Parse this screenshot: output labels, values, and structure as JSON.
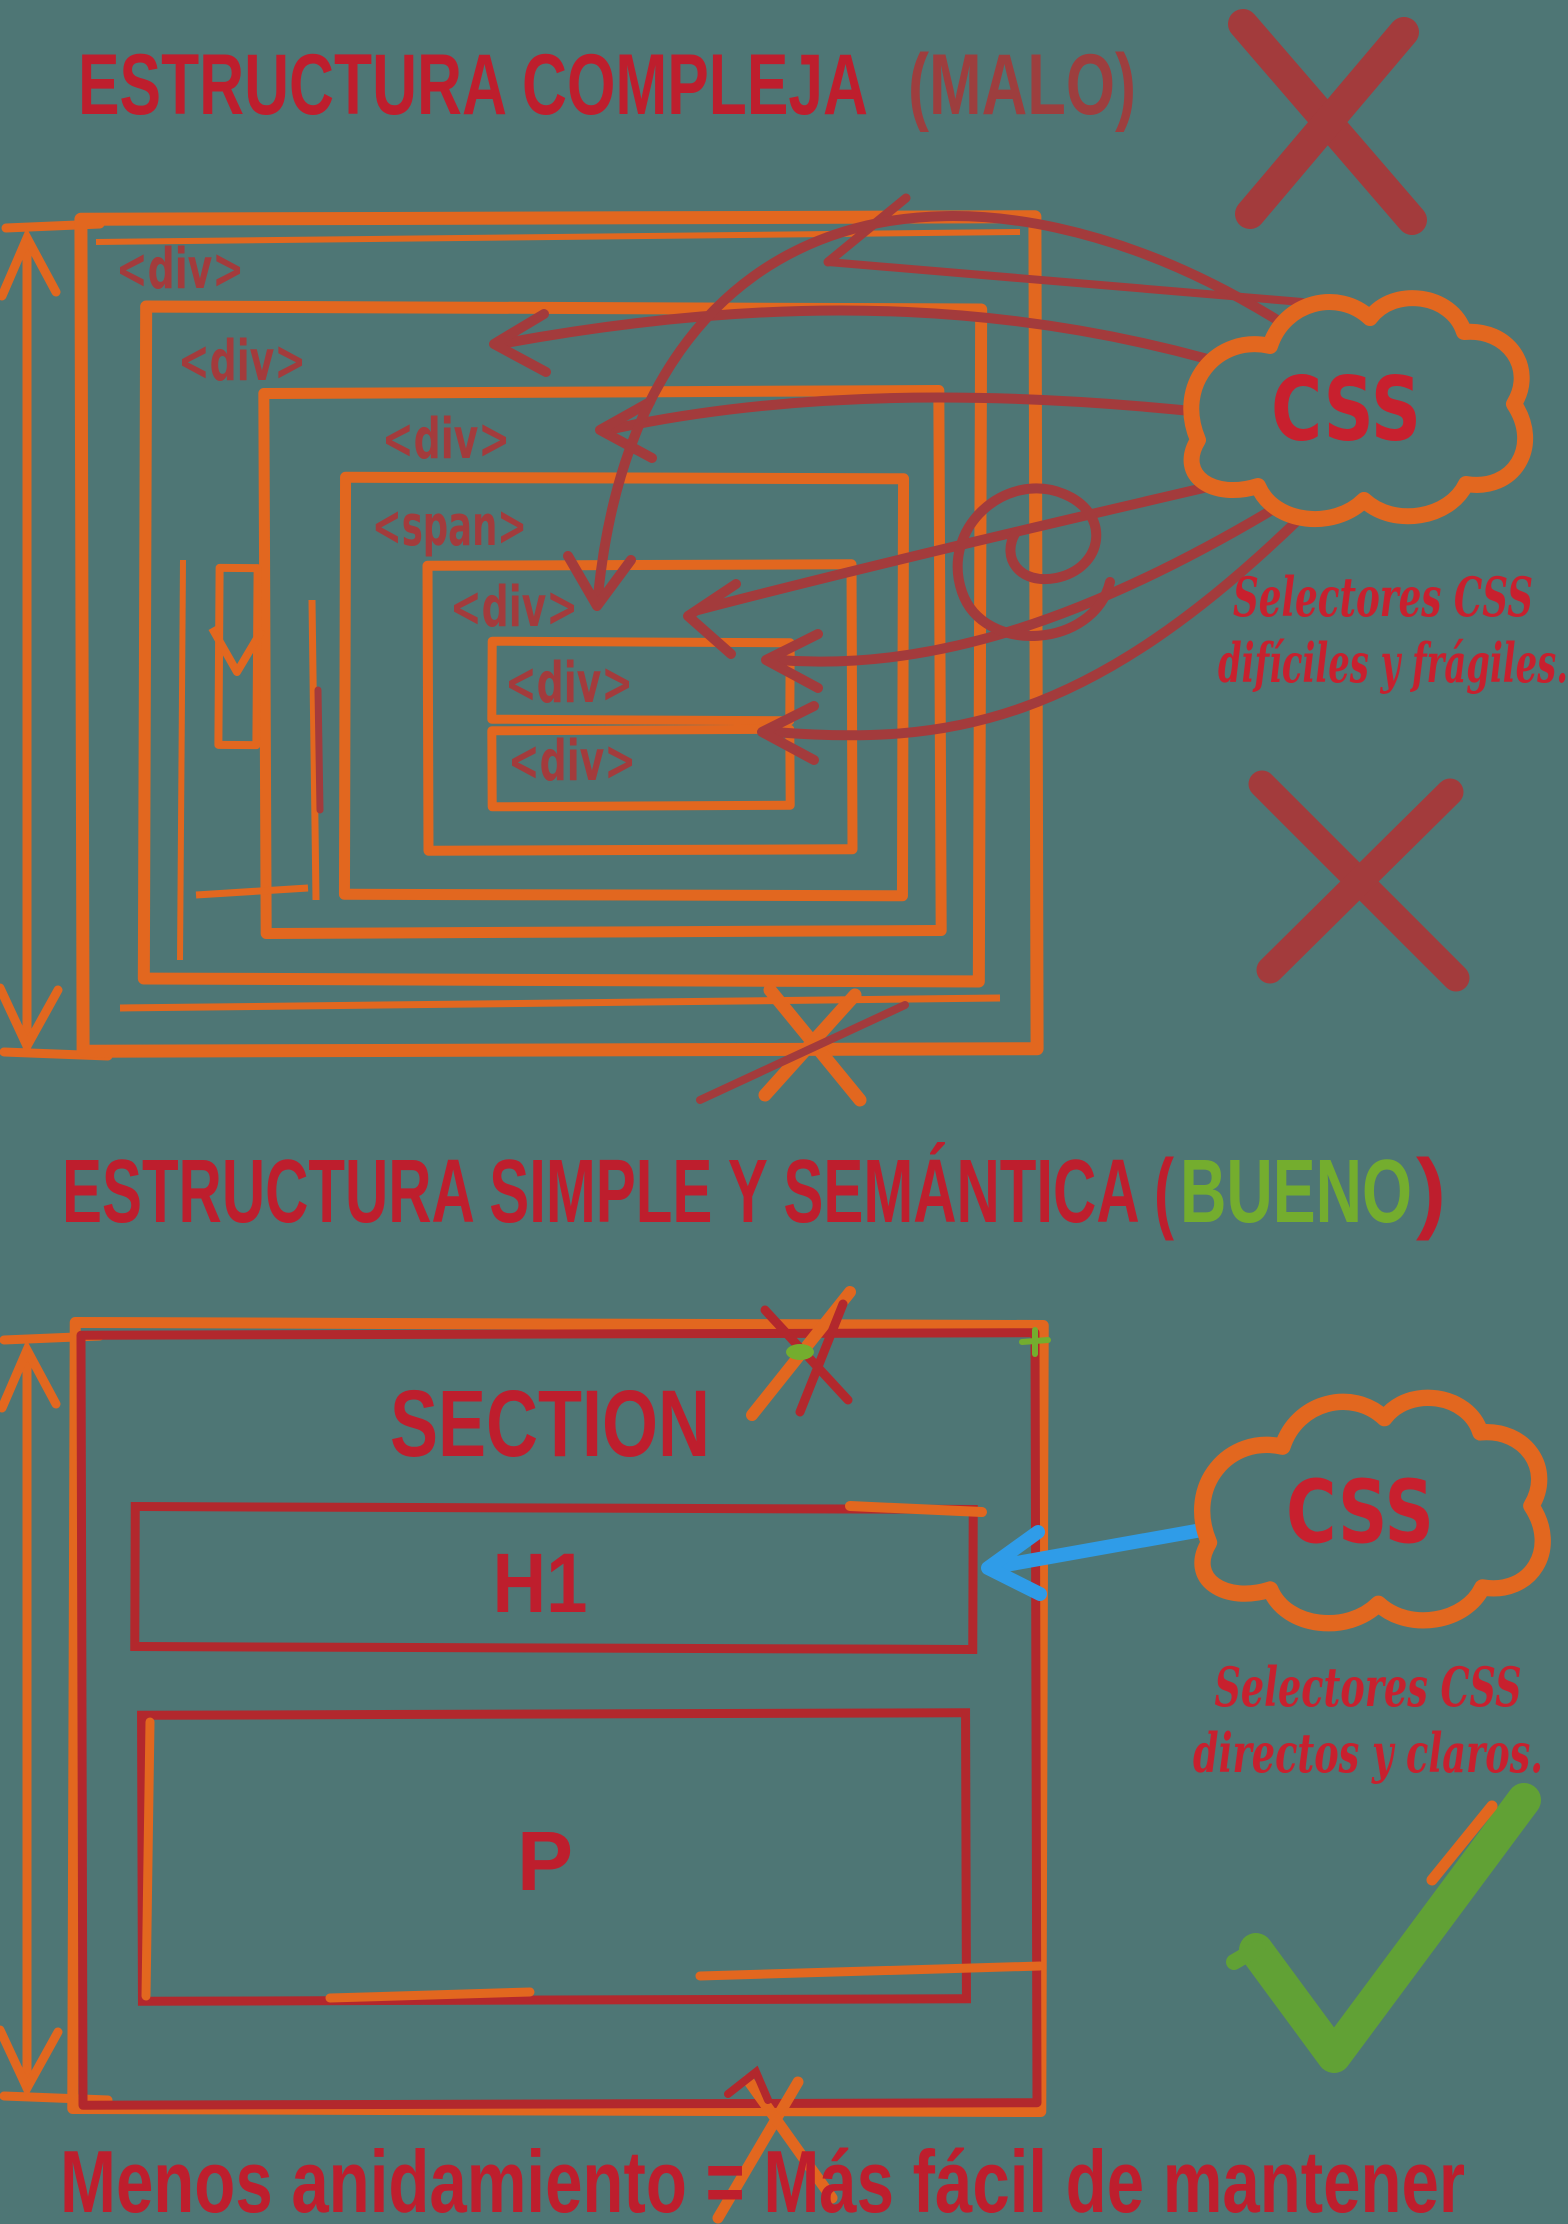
{
  "palette": {
    "background": "#4e7675",
    "orange": "#e2671f",
    "crimson": "#a33b3c",
    "bright_red": "#be1e2d",
    "brick": "#9d3e3e",
    "script_red": "#c8202e",
    "box_red": "#b2282d",
    "green_text": "#74ad2e",
    "green_check": "#61a135",
    "blue": "#2f9ce8"
  },
  "bad_section": {
    "title": "ESTRUCTURA COMPLEJA",
    "verdict": "(MALO)",
    "nested_labels": [
      "<div>",
      "<div>",
      "<div>",
      "<span>",
      "<div>",
      "<div>",
      "<div>"
    ],
    "cloud": "CSS",
    "note_line1": "Selectores CSS",
    "note_line2": "difíciles y frágiles."
  },
  "good_section": {
    "title": "ESTRUCTURA SIMPLE Y SEMÁNTICA (",
    "verdict": "BUENO",
    "title_close": ")",
    "container_label": "SECTION",
    "heading_label": "H1",
    "paragraph_label": "P",
    "cloud": "CSS",
    "note_line1": "Selectores CSS",
    "note_line2": "directos y claros."
  },
  "footer": {
    "message": "Menos anidamiento = Más fácil de mantener"
  }
}
